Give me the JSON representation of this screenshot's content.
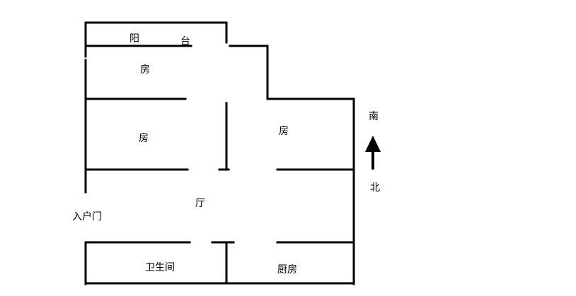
{
  "labels": {
    "balcony_left": "阳",
    "balcony_right": "台",
    "room_top": "房",
    "room_mid_left": "房",
    "room_mid_right": "房",
    "hall": "厅",
    "entrance_door": "入户门",
    "bathroom": "卫生间",
    "kitchen": "厨房",
    "south": "南",
    "north": "北"
  },
  "colors": {
    "wall": "#000000",
    "background": "#ffffff"
  },
  "icons": {
    "compass": "arrow-up-icon"
  }
}
